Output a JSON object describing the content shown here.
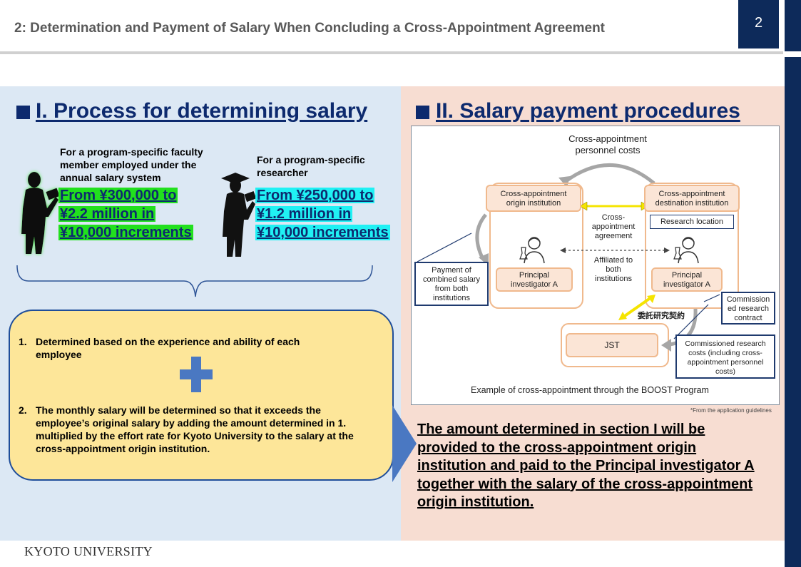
{
  "header": {
    "title": "2: Determination and Payment of Salary When Concluding a Cross-Appointment Agreement",
    "page_number": "2"
  },
  "section1": {
    "title": "I. Process for determining salary",
    "faculty": {
      "label": [
        "For a program-specific faculty",
        "member employed under the",
        "annual salary system"
      ],
      "amount": [
        "From ¥300,000 to",
        "¥2.2 million in",
        "¥10,000 increments"
      ]
    },
    "researcher": {
      "label": [
        "For a program-specific",
        "researcher"
      ],
      "amount": [
        "From ¥250,000 to",
        "¥1.2 million in",
        "¥10,000 increments"
      ]
    },
    "steps": [
      {
        "num": "1.",
        "lines": [
          "Determined based on the experience and ability of each",
          "employee"
        ]
      },
      {
        "num": "2.",
        "lines": [
          "The monthly salary will be determined so that it exceeds the",
          "employee’s original salary by adding the amount determined in 1.",
          "multiplied by the effort rate for Kyoto University to the salary at the",
          "cross-appointment origin institution."
        ]
      }
    ]
  },
  "section2": {
    "title": "II. Salary payment procedures",
    "diagram": {
      "personnel_costs": [
        "Cross-appointment",
        "personnel costs"
      ],
      "origin": [
        "Cross-appointment",
        "origin institution"
      ],
      "destination": [
        "Cross-appointment",
        "destination institution"
      ],
      "agreement": [
        "Cross-",
        "appointment",
        "agreement"
      ],
      "research_location": "Research location",
      "affiliated": [
        "Affiliated to",
        "both",
        "institutions"
      ],
      "pi_left": [
        "Principal",
        "investigator A"
      ],
      "pi_right": [
        "Principal",
        "investigator A"
      ],
      "payment": [
        "Payment of",
        "combined salary",
        "from both",
        "institutions"
      ],
      "commissioned_contract": [
        "Commission",
        "ed research",
        "contract"
      ],
      "jp_contract": "委託研究契約",
      "jst": "JST",
      "commissioned_costs": [
        "Commissioned research",
        "costs (including cross-",
        "appointment personnel",
        "costs)"
      ],
      "caption": "Example of cross-appointment through the BOOST Program"
    },
    "footnote": "*From the application guidelines",
    "conclusion": [
      "The amount determined in section I will be",
      "provided to the cross-appointment origin",
      "institution and paid to the Principal investigator A",
      "together with the salary of the cross-appointment",
      "origin institution."
    ]
  },
  "footer": {
    "logo": "KYOTO UNIVERSITY"
  },
  "colors": {
    "navy": "#0d2a5a",
    "green_highlight": "#22e01e",
    "cyan_highlight": "#20f1f4",
    "yellow_box": "#fde699",
    "plus_blue": "#4a78c2"
  },
  "icons": [
    "silhouette-faculty-icon",
    "silhouette-graduate-icon",
    "plus-icon",
    "scientist-icon",
    "arrow-right-icon"
  ]
}
